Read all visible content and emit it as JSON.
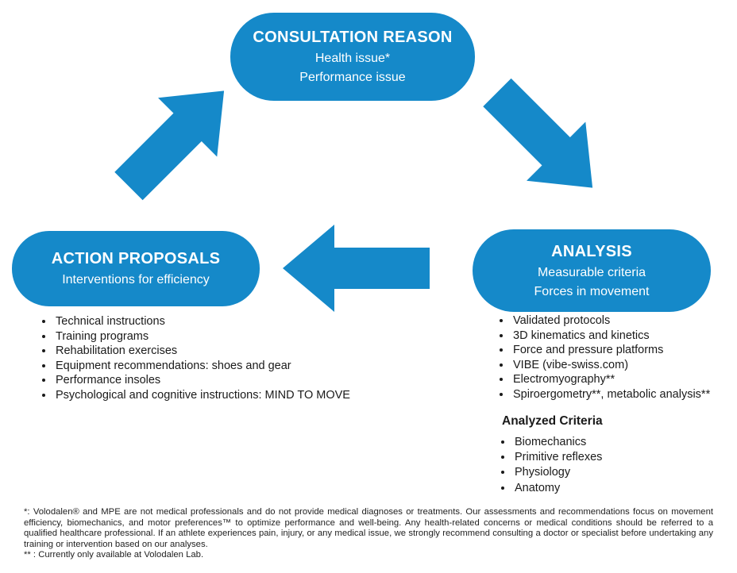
{
  "colors": {
    "accent": "#1589c9"
  },
  "nodes": {
    "consultation": {
      "title": "CONSULTATION REASON",
      "lines": [
        "Health issue*",
        "Performance issue"
      ]
    },
    "analysis": {
      "title": "ANALYSIS",
      "lines": [
        "Measurable criteria",
        "Forces in movement"
      ]
    },
    "action": {
      "title": "ACTION PROPOSALS",
      "lines": [
        "Interventions for efficiency"
      ]
    }
  },
  "arrows": [
    {
      "name": "action-to-consultation",
      "direction": "up-right"
    },
    {
      "name": "consultation-to-analysis",
      "direction": "down-right"
    },
    {
      "name": "analysis-to-action",
      "direction": "left"
    }
  ],
  "action_items": [
    "Technical instructions",
    "Training programs",
    "Rehabilitation exercises",
    "Equipment recommendations: shoes and gear",
    "Performance insoles",
    "Psychological and cognitive instructions: MIND TO MOVE"
  ],
  "analysis_items": [
    "Validated protocols",
    "3D kinematics and kinetics",
    "Force and pressure platforms",
    "VIBE (vibe-swiss.com)",
    "Electromyography**",
    "Spiroergometry**, metabolic analysis**"
  ],
  "analyzed_criteria": {
    "heading": "Analyzed Criteria",
    "items": [
      "Biomechanics",
      "Primitive reflexes",
      "Physiology",
      "Anatomy"
    ]
  },
  "footnotes": [
    "*: Volodalen® and MPE are not medical professionals and do not provide medical diagnoses or treatments. Our assessments and recommendations focus on movement efficiency, biomechanics, and motor preferences™ to optimize performance and well-being. Any health-related concerns or medical conditions should be referred to a qualified healthcare professional. If an athlete experiences pain, injury, or any medical issue, we strongly recommend consulting a doctor or specialist before undertaking any training or intervention based on our analyses.",
    "** : Currently only available at Volodalen Lab."
  ]
}
